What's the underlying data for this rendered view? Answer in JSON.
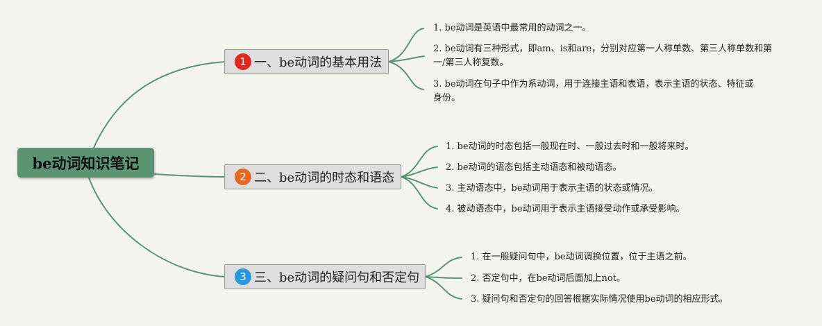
{
  "root": {
    "label": "be动词知识笔记"
  },
  "colors": {
    "background": "#f4f4ef",
    "root_fill": "#5a9473",
    "connector": "#5a9473",
    "branch_fill": "#dedede",
    "badge_1": "#e0281e",
    "badge_2": "#e8691e",
    "badge_3": "#2898dc"
  },
  "branches": [
    {
      "badge": "1",
      "label": "一、be动词的基本用法",
      "items": [
        "1. be动词是英语中最常用的动词之一。",
        "2. be动词有三种形式，即am、is和are，分别对应第一人称单数、第三人称单数和第一/第三人称复数。",
        "3. be动词在句子中作为系动词，用于连接主语和表语，表示主语的状态、特征或身份。"
      ]
    },
    {
      "badge": "2",
      "label": "二、be动词的时态和语态",
      "items": [
        "1. be动词的时态包括一般现在时、一般过去时和一般将来时。",
        "2. be动词的语态包括主动语态和被动语态。",
        "3. 主动语态中，be动词用于表示主语的状态或情况。",
        "4. 被动语态中，be动词用于表示主语接受动作或承受影响。"
      ]
    },
    {
      "badge": "3",
      "label": "三、be动词的疑问句和否定句",
      "items": [
        "1. 在一般疑问句中，be动词调换位置，位于主语之前。",
        "2. 否定句中，在be动词后面加上not。",
        "3. 疑问句和否定句的回答根据实际情况使用be动词的相应形式。"
      ]
    }
  ]
}
